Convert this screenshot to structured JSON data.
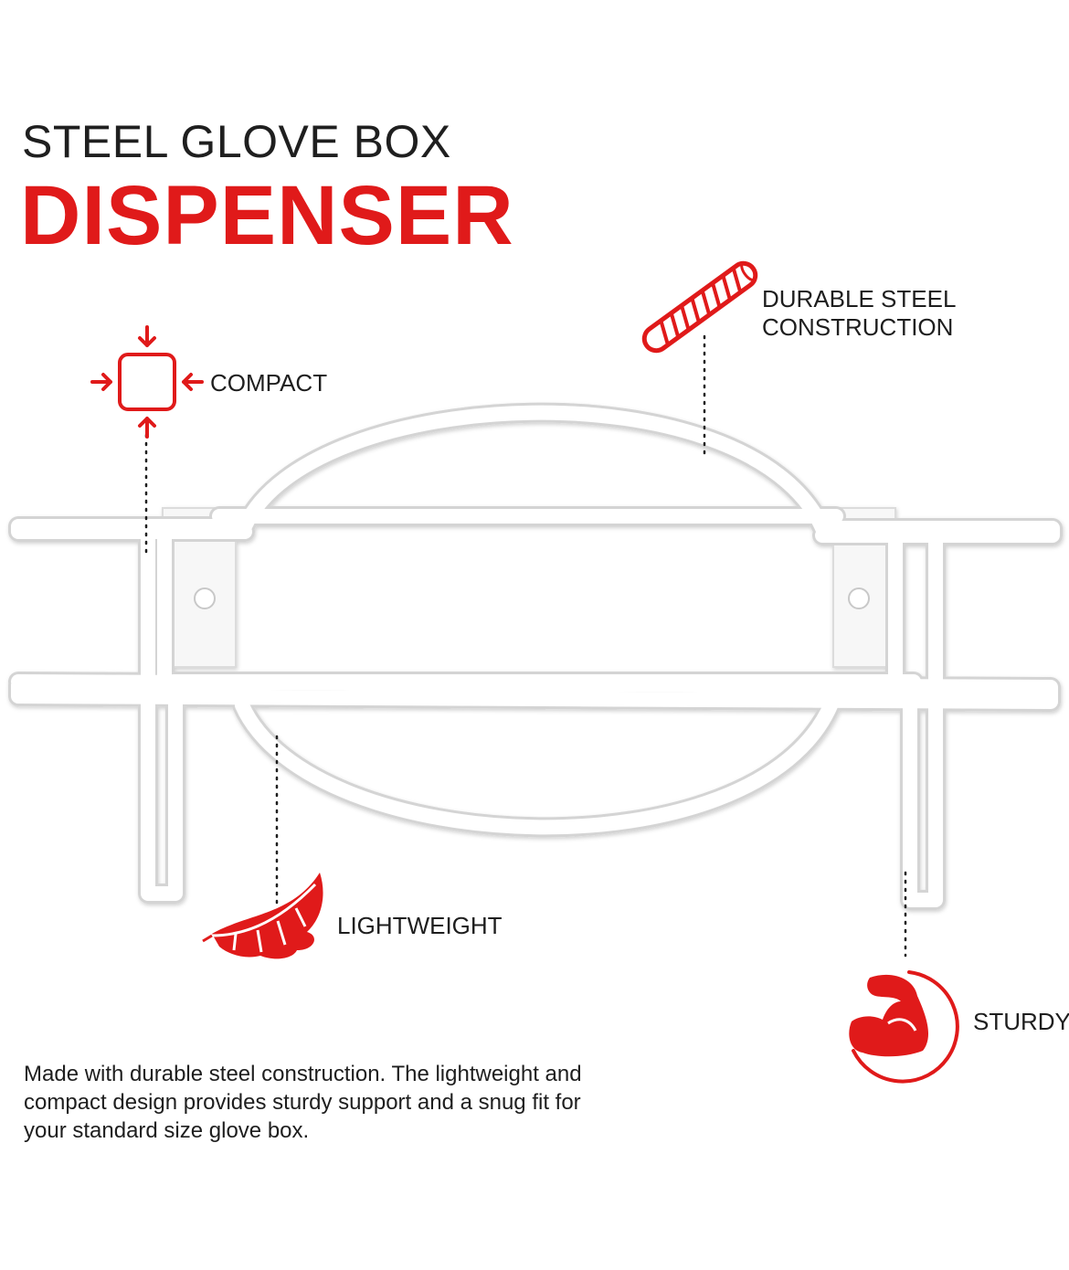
{
  "title": {
    "line1": "STEEL GLOVE BOX",
    "line2": "DISPENSER"
  },
  "features": {
    "durable": "DURABLE STEEL\nCONSTRUCTION",
    "compact": "COMPACT",
    "lightweight": "LIGHTWEIGHT",
    "sturdy": "STURDY"
  },
  "description": "Made with durable steel construction. The lightweight and compact design provides sturdy support and a snug fit for your standard size glove box.",
  "icons": {
    "compact": "compact-arrows-icon",
    "durable": "steel-rod-icon",
    "lightweight": "feather-icon",
    "sturdy": "flexed-arm-icon"
  },
  "colors": {
    "accent": "#e01a1a",
    "text": "#1e1e1e",
    "background": "#ffffff"
  }
}
